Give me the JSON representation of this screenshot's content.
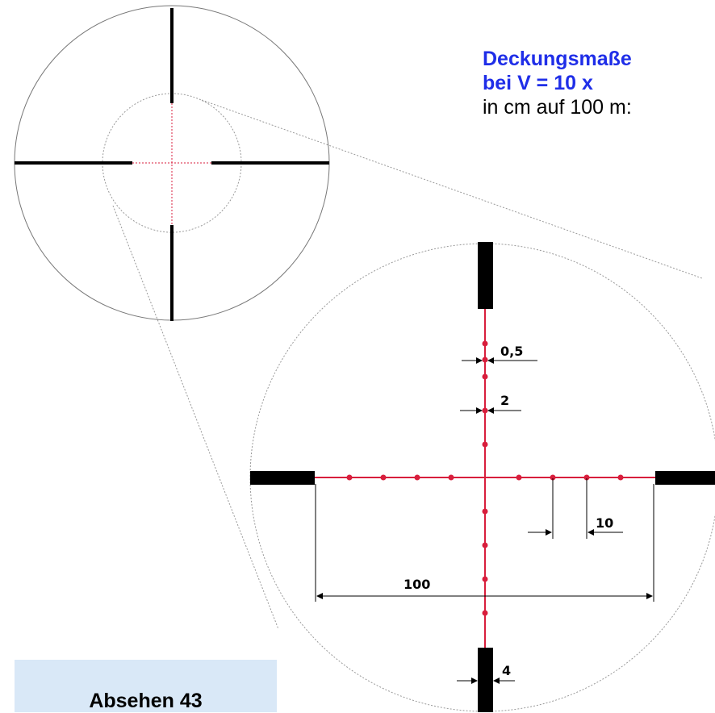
{
  "heading": {
    "title_line1": "Deckungsmaße",
    "title_line2": "bei V = 10 x",
    "subtitle": "in cm auf 100 m:"
  },
  "reticle_name": "Absehen 43",
  "dimensions": {
    "dot_size": "0,5",
    "dot_spacing": "2",
    "post_width": "4",
    "mark_spacing": "10",
    "open_center_width": "100"
  },
  "colors": {
    "title": "#1f2ee8",
    "reticle_red": "#d81e3c",
    "post": "#000000",
    "label_box": "#d9e8f7"
  }
}
